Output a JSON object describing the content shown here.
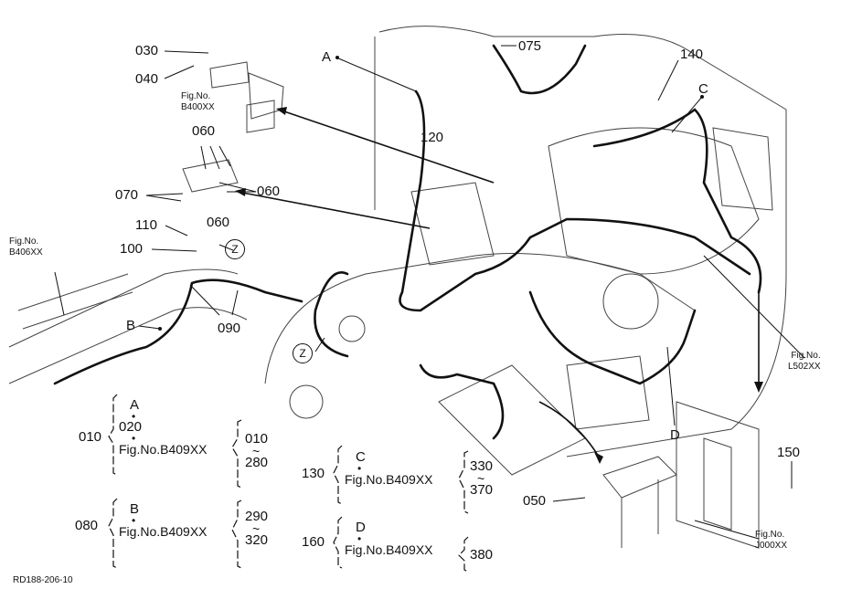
{
  "callouts": {
    "p030": "030",
    "p040": "040",
    "p060a": "060",
    "p070": "070",
    "p060b": "060",
    "p060c": "060",
    "p110": "110",
    "p100": "100",
    "p090": "090",
    "p075": "075",
    "p120": "120",
    "p140": "140",
    "p150": "150",
    "p050": "050",
    "zone_a": "A",
    "zone_b": "B",
    "zone_c": "C",
    "zone_d": "D",
    "z1": "Z",
    "z2": "Z"
  },
  "fig_refs": {
    "b400": {
      "line1": "Fig.No.",
      "line2": "B400XX"
    },
    "b406": {
      "line1": "Fig.No.",
      "line2": "B406XX"
    },
    "l502": {
      "line1": "Fig.No.",
      "line2": "L502XX"
    },
    "j000": {
      "line1": "Fig.No.",
      "line2": "J000XX"
    }
  },
  "index": {
    "a": {
      "part": "010",
      "zone": "A",
      "sub": "020",
      "fig": "Fig.No.B409XX",
      "from": "010",
      "to": "280",
      "tilde": "~"
    },
    "b": {
      "part": "080",
      "zone": "B",
      "fig": "Fig.No.B409XX",
      "from": "290",
      "to": "320",
      "tilde": "~"
    },
    "c": {
      "part": "130",
      "zone": "C",
      "fig": "Fig.No.B409XX",
      "from": "330",
      "to": "370",
      "tilde": "~"
    },
    "d": {
      "part": "160",
      "zone": "D",
      "fig": "Fig.No.B409XX",
      "only": "380"
    }
  },
  "drawing_code": "RD188-206-10"
}
